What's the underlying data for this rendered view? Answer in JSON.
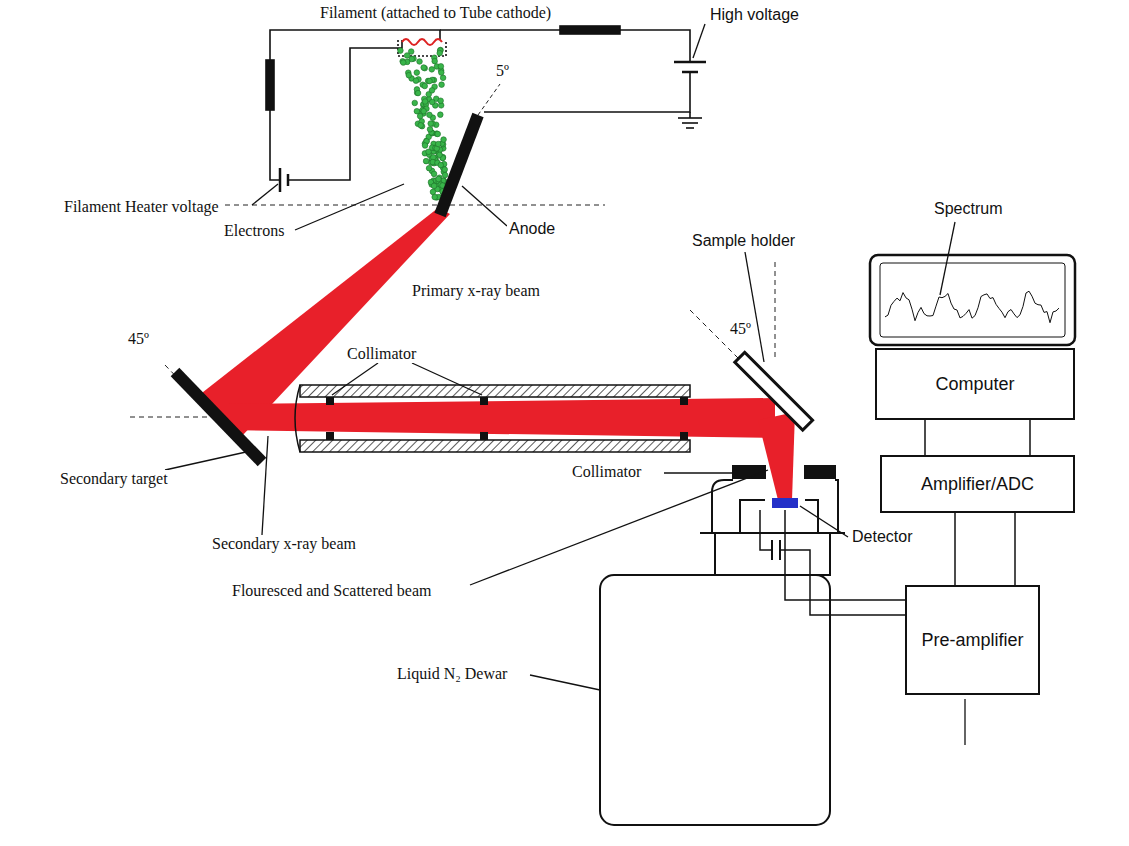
{
  "diagram": {
    "nodes": [
      {
        "text": [
          "Computer"
        ]
      },
      {
        "text": [
          "Amplifier/ADC"
        ]
      },
      {
        "text": [
          "Pre-amplifier"
        ]
      }
    ],
    "edges": [
      {
        "from": 0,
        "to": 1,
        "arrow": "none"
      },
      {
        "from": 1,
        "to": 2,
        "arrow": "none"
      }
    ],
    "labels": [
      "Filament (attached to Tube cathode)",
      "High voltage",
      "Filament Heater voltage",
      "5º",
      "Electrons",
      "Anode",
      "Spectrum",
      "Primary x-ray beam",
      "Sample holder",
      "45º",
      "Collimator",
      "45º",
      "Secondary target",
      "Collimator",
      "Secondary x-ray beam",
      "Detector",
      "Flouresced and Scattered beam",
      "Liquid N₂ Dewar"
    ]
  }
}
